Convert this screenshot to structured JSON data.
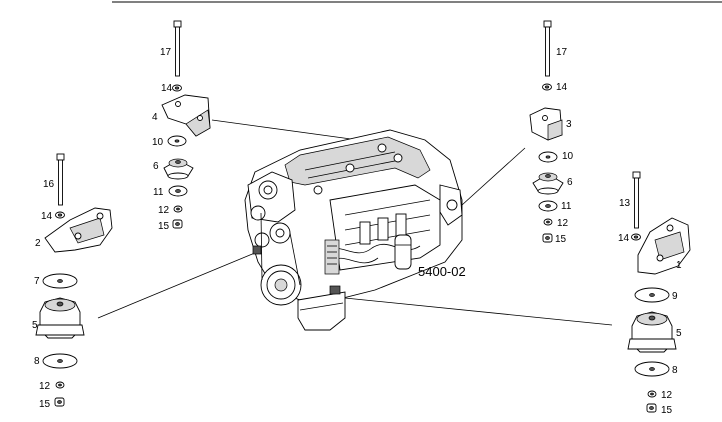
{
  "diagram": {
    "code": "5400-02",
    "labels": {
      "top_left": {
        "bolt": "17",
        "nut": "14",
        "bracket": "4",
        "washer": "10",
        "mount": "6",
        "spacer": "11",
        "washer_small": "12",
        "nut_small": "15"
      },
      "top_right": {
        "bolt": "17",
        "nut": "14",
        "bracket": "3",
        "washer": "10",
        "mount": "6",
        "spacer": "11",
        "washer_small": "12",
        "nut_small": "15"
      },
      "left": {
        "bolt": "16",
        "nut": "14",
        "bracket": "2",
        "washer": "7",
        "mount": "5",
        "plate": "8",
        "washer_small": "12",
        "nut_small": "15"
      },
      "right": {
        "bolt": "13",
        "nut": "14",
        "bracket": "1",
        "washer": "9",
        "mount": "5",
        "plate": "8",
        "washer_small": "12",
        "nut_small": "15"
      }
    }
  }
}
